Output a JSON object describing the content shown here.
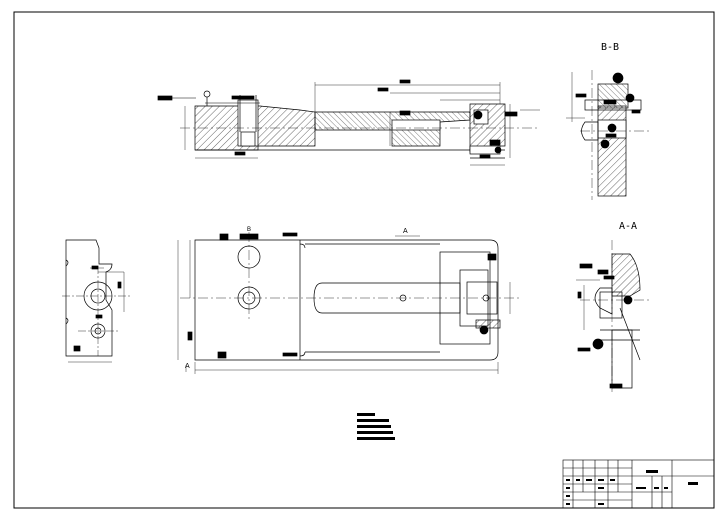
{
  "views": {
    "section_bb": "B-B",
    "section_aa": "A-A",
    "mark_a": "A",
    "mark_b": "B"
  },
  "colors": {
    "line": "#000000",
    "paper": "#ffffff"
  }
}
